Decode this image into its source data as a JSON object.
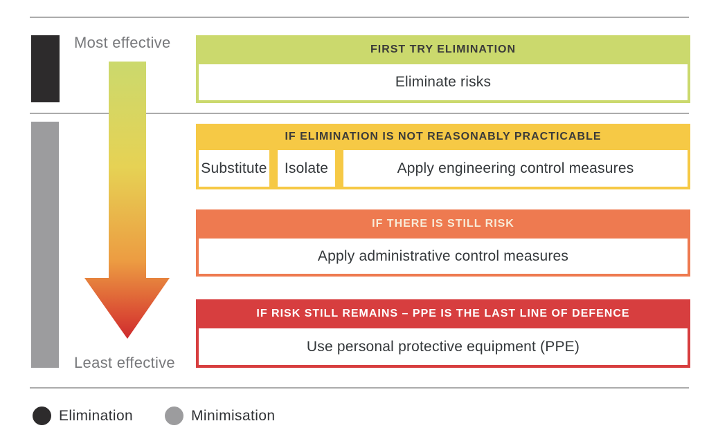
{
  "page": {
    "background": "#ffffff",
    "rule_color": "#ababab"
  },
  "effectiveness_scale": {
    "most_label": "Most effective",
    "least_label": "Least effective",
    "label_color": "#77787b",
    "elimination_bar_color": "#2d2b2c",
    "minimisation_bar_color": "#9c9c9e",
    "arrow_gradient": {
      "stop1": "#cbd96d",
      "stop2": "#e6d254",
      "stop3": "#ec9c42",
      "stop4": "#da4b33",
      "stop5": "#cd2b2e"
    }
  },
  "levels": [
    {
      "id": "elimination",
      "header": "FIRST TRY ELIMINATION",
      "color": "#cbd96d",
      "header_text_color": "#3b3b39",
      "items": [
        "Eliminate risks"
      ]
    },
    {
      "id": "substitution",
      "header": "IF ELIMINATION IS NOT REASONABLY PRACTICABLE",
      "color": "#f6c945",
      "header_text_color": "#3b3b39",
      "items": [
        "Substitute",
        "Isolate",
        "Apply engineering control measures"
      ]
    },
    {
      "id": "administrative",
      "header": "IF THERE IS STILL RISK",
      "color": "#ee7a50",
      "header_text_color": "#f8ecd9",
      "items": [
        "Apply administrative control measures"
      ]
    },
    {
      "id": "ppe",
      "header": "IF RISK STILL REMAINS – PPE IS THE LAST LINE OF DEFENCE",
      "color": "#d73e3f",
      "header_text_color": "#ffffff",
      "items": [
        "Use personal protective equipment (PPE)"
      ]
    }
  ],
  "body_text_color": "#33373a",
  "legend": {
    "label_color": "#303235",
    "items": [
      {
        "label": "Elimination",
        "color": "#2d2b2c"
      },
      {
        "label": "Minimisation",
        "color": "#9c9c9e"
      }
    ]
  }
}
